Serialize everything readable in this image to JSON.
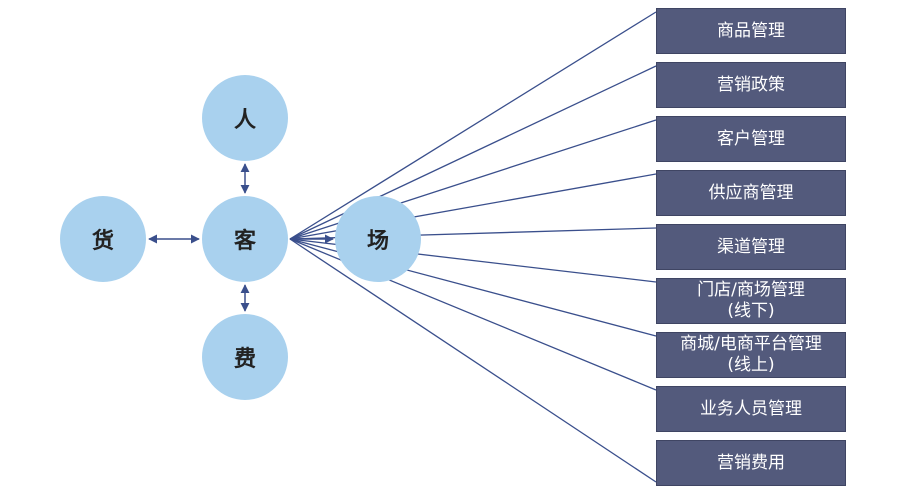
{
  "nodes": {
    "ren": "人",
    "huo": "货",
    "ke": "客",
    "fei": "费",
    "chang": "场"
  },
  "boxes": [
    {
      "line1": "商品管理",
      "line2": ""
    },
    {
      "line1": "营销政策",
      "line2": ""
    },
    {
      "line1": "客户管理",
      "line2": ""
    },
    {
      "line1": "供应商管理",
      "line2": ""
    },
    {
      "line1": "渠道管理",
      "line2": ""
    },
    {
      "line1": "门店/商场管理",
      "line2": "(线下)"
    },
    {
      "line1": "商城/电商平台管理",
      "line2": "(线上)"
    },
    {
      "line1": "业务人员管理",
      "line2": ""
    },
    {
      "line1": "营销费用",
      "line2": ""
    }
  ],
  "colors": {
    "circle": "#a9d1ee",
    "box": "#535a7c",
    "line": "#3a4f8c"
  }
}
